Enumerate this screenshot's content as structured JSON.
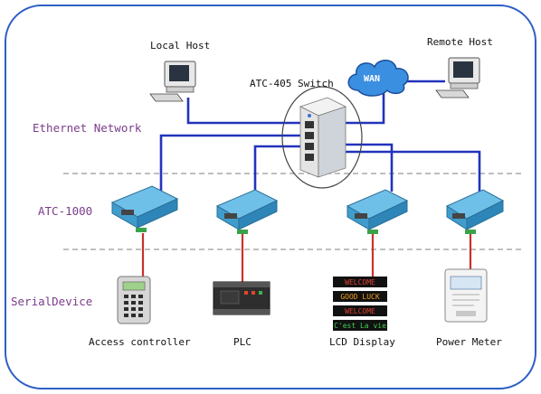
{
  "title": "",
  "hosts": {
    "local": "Local Host",
    "remote": "Remote Host",
    "wan": "WAN"
  },
  "switch_label": "ATC-405 Switch",
  "zones": {
    "network": "Ethernet Network",
    "converter": "ATC-1000",
    "serial": "SerialDevice"
  },
  "devices": [
    {
      "label": "Access controller",
      "icon": "keypad-icon"
    },
    {
      "label": "PLC",
      "icon": "plc-icon"
    },
    {
      "label": "LCD Display",
      "icon": "led-display-icon"
    },
    {
      "label": "Power Meter",
      "icon": "power-meter-icon"
    }
  ],
  "led_lines": [
    "WELCOME",
    "GOOD LUCK",
    "WELCOME",
    "C'est La vie"
  ],
  "colors": {
    "frame": "#2f5fc7",
    "ethernet": "#2233bb",
    "serial": "#c8322a",
    "label_purple": "#7a3d8a",
    "converter": "#4aa8d8",
    "divider": "#999999"
  }
}
